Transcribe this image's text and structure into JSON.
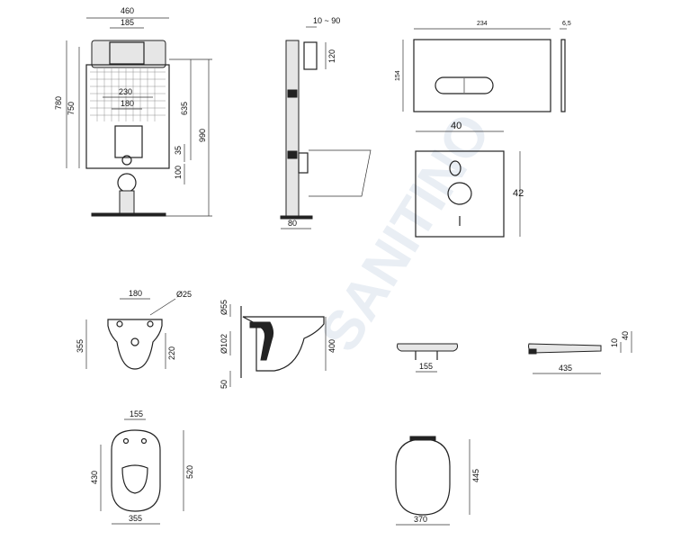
{
  "watermark": "SANITINO",
  "frame_front": {
    "w460": "460",
    "w185": "185",
    "w230": "230",
    "w180": "180",
    "h780": "780",
    "h750": "750",
    "h635": "635",
    "h990": "990",
    "h35": "35",
    "h100": "100"
  },
  "frame_side": {
    "d10_90": "10 ~ 90",
    "h120": "120",
    "d80": "80"
  },
  "plate": {
    "w234": "234",
    "h154": "154",
    "d65": "6,5"
  },
  "pad": {
    "w40": "40",
    "h42": "42"
  },
  "bowl_front": {
    "w180": "180",
    "dia25": "Ø25",
    "h355": "355",
    "h220": "220"
  },
  "bowl_side": {
    "d55": "Ø55",
    "d102": "Ø102",
    "h50": "50",
    "h400": "400"
  },
  "seat_front": {
    "w155": "155"
  },
  "seat_side": {
    "w435": "435",
    "h10": "10",
    "h40": "40"
  },
  "bowl_top": {
    "w155": "155",
    "w355": "355",
    "h430": "430",
    "h520": "520"
  },
  "seat_top": {
    "w370": "370",
    "h445": "445"
  }
}
